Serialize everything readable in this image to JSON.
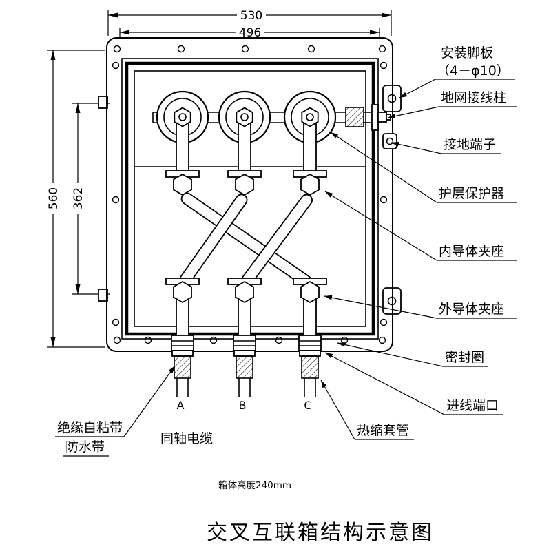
{
  "title": "交叉互联箱结构示意图",
  "note": "箱体高度240mm",
  "dimensions": {
    "top_outer": "530",
    "top_inner": "496",
    "left_outer": "560",
    "left_inner": "362"
  },
  "phases": [
    "A",
    "B",
    "C"
  ],
  "labels": {
    "mounting_plate_1": "安装脚板",
    "mounting_plate_2": "（4－φ10）",
    "ground_post": "地网接线柱",
    "ground_terminal": "接地端子",
    "sheath_protector": "护层保护器",
    "inner_clamp": "内导体夹座",
    "outer_clamp": "外导体夹座",
    "seal_ring": "密封圈",
    "inlet_port": "进线端口",
    "heat_shrink": "热缩套管",
    "insulation_tape": "绝缘自粘带",
    "waterproof_tape": "防水带",
    "coaxial_cable": "同轴电缆"
  }
}
